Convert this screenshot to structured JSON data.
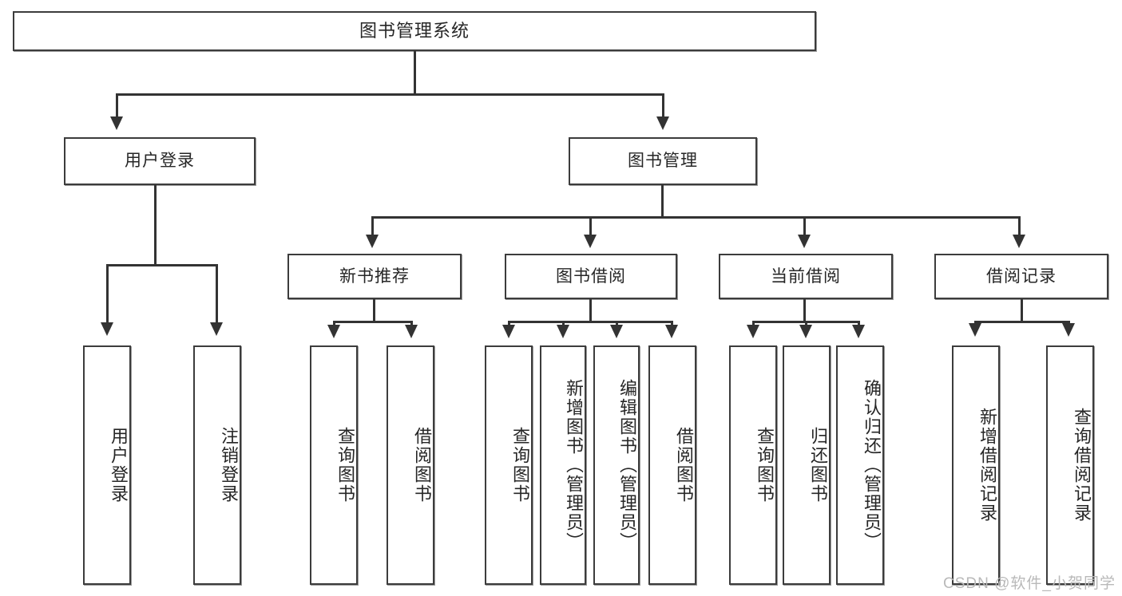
{
  "diagram": {
    "title": "图书管理系统",
    "type": "hierarchy-tree",
    "watermark": "CSDN @软件_小贺同学",
    "root": {
      "label": "图书管理系统"
    },
    "level1": [
      {
        "label": "用户登录"
      },
      {
        "label": "图书管理"
      }
    ],
    "level2": [
      {
        "label": "新书推荐"
      },
      {
        "label": "图书借阅"
      },
      {
        "label": "当前借阅"
      },
      {
        "label": "借阅记录"
      }
    ],
    "leaves": {
      "user_login": [
        {
          "label": "用户登录"
        },
        {
          "label": "注销登录"
        }
      ],
      "new_book_recommend": [
        {
          "label": "查询图书"
        },
        {
          "label": "借阅图书"
        }
      ],
      "book_borrow": [
        {
          "label": "查询图书"
        },
        {
          "label": "新增图书（管理员）"
        },
        {
          "label": "编辑图书（管理员）"
        },
        {
          "label": "借阅图书"
        }
      ],
      "current_borrow": [
        {
          "label": "查询图书"
        },
        {
          "label": "归还图书"
        },
        {
          "label": "确认归还（管理员）"
        }
      ],
      "borrow_record": [
        {
          "label": "新增借阅记录"
        },
        {
          "label": "查询借阅记录"
        }
      ]
    },
    "colors": {
      "box_border": "#3c3c3c",
      "connector": "#333333",
      "background": "#ffffff",
      "text": "#262626",
      "watermark": "#b9b9b9"
    }
  }
}
